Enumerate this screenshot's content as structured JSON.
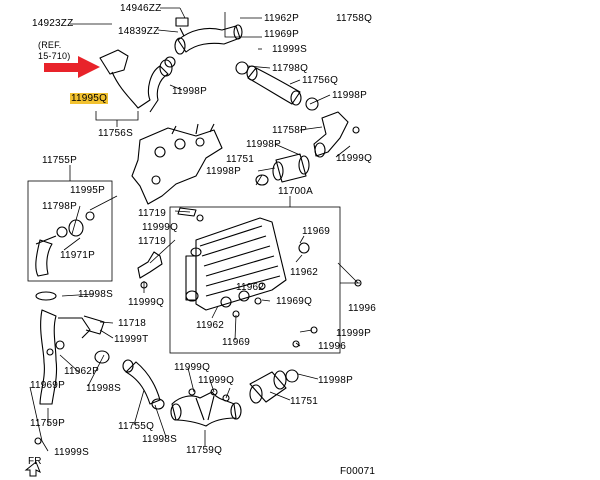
{
  "figure_code": "F00071",
  "ref_note": {
    "line1": "(REF.",
    "line2": "15-710)"
  },
  "direction": "FR",
  "highlight_color": "#f2c230",
  "arrow_color": "#e8232a",
  "highlighted_part": "11995Q",
  "parts": {
    "p14946zz": "14946ZZ",
    "p14923zz": "14923ZZ",
    "p14839zz": "14839ZZ",
    "p11995q": "11995Q",
    "p11756s": "11756S",
    "p11998p_a": "11998P",
    "p11962p_a": "11962P",
    "p11758q": "11758Q",
    "p11969p_a": "11969P",
    "p11999s_a": "11999S",
    "p11798q": "11798Q",
    "p11756q": "11756Q",
    "p11998p_b": "11998P",
    "p11758p": "11758P",
    "p11999q_a": "11999Q",
    "p11998p_c": "11998P",
    "p11751_a": "11751",
    "p11998p_d": "11998P",
    "p11700a": "11700A",
    "p11755p": "11755P",
    "p11995p": "11995P",
    "p11798p": "11798P",
    "p11971p": "11971P",
    "p11719_a": "11719",
    "p11999q_b": "11999Q",
    "p11719_b": "11719",
    "p11969_a": "11969",
    "p11962_a": "11962",
    "p11996_a": "11996",
    "p11962_b": "11962",
    "p11969q": "11969Q",
    "p11998s_a": "11998S",
    "p11999q_c": "11999Q",
    "p11718": "11718",
    "p11999t": "11999T",
    "p11962_c": "11962",
    "p11969_b": "11969",
    "p11999p": "11999P",
    "p11996_b": "11996",
    "p11962p_b": "11962P",
    "p11969p_b": "11969P",
    "p11998s_b": "11998S",
    "p11999q_d": "11999Q",
    "p11999q_e": "11999Q",
    "p11998p_e": "11998P",
    "p11751_b": "11751",
    "p11759p": "11759P",
    "p11755q": "11755Q",
    "p11998s_c": "11998S",
    "p11759q": "11759Q",
    "p11999s_b": "11999S"
  }
}
